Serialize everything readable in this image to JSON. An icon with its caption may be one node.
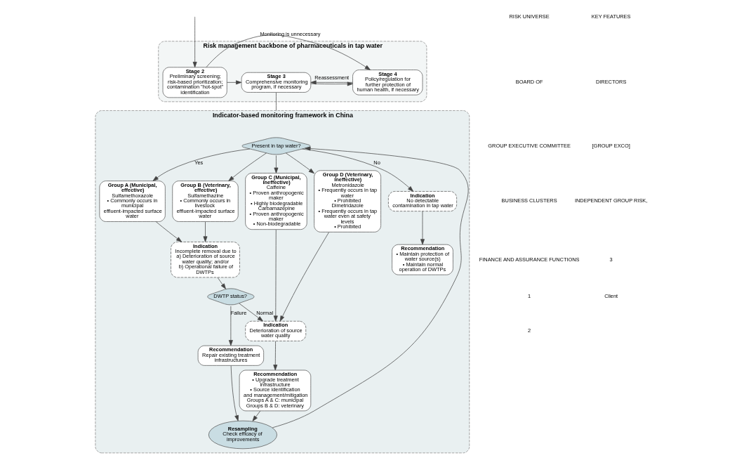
{
  "diagram": {
    "nodes": [
      {
        "text": [
          "Risk management backbone of pharmaceuticals in tap water"
        ]
      },
      {
        "text": [
          "Stage 2",
          "Preliminary screening; risk-based prioritization; contamination \"hot-spot\" identification"
        ],
        "in": 0
      },
      {
        "text": [
          "Stage 3",
          "Comprehensive monitoring program, if necessary"
        ],
        "in": 0
      },
      {
        "text": [
          "Stage 4",
          "Policy/regulation for further protection of human health, if necessary"
        ],
        "in": 0
      },
      {
        "text": [
          "Indicator-based monitoring framework in China"
        ]
      },
      {
        "text": [
          "Present in tap water?"
        ],
        "in": 4
      },
      {
        "text": [
          "Group A (Municipal, effective)",
          "Sulfamethoxazole",
          "• Commonly occurs in municipal effluent-impacted surface water"
        ],
        "in": 4
      },
      {
        "text": [
          "Group B (Veterinary, effective)",
          "Sulfamethazine",
          "• Commonly occurs in livestock effluent-impacted surface water"
        ],
        "in": 4
      },
      {
        "text": [
          "Group C (Municipal, ineffective)",
          "Caffeine",
          "• Proven anthropogenic maker",
          "• Highly biodegradable",
          "Carbamazepine",
          "• Proven anthropogenic maker",
          "• Non-biodegradable"
        ],
        "in": 4
      },
      {
        "text": [
          "Group D (Veterinary, ineffective)",
          "Metronidazole",
          "• Frequently occurs in tap water",
          "• Prohibited",
          "Dimetridazole",
          "• Frequently occurs in tap water even at safety levels",
          "• Prohibited"
        ],
        "in": 4
      },
      {
        "text": [
          "Indication",
          "No detectable contamination in tap water"
        ],
        "in": 4
      },
      {
        "text": [
          "Recommendation",
          "• Maintain protection of water source(s)",
          "• Maintain normal operation of DWTPs"
        ],
        "in": 4
      },
      {
        "text": [
          "Indication",
          "Incomplete removal due to",
          "a) Deterioration of source water quality; and/or",
          "b) Operational failure of DWTPs"
        ],
        "in": 4
      },
      {
        "text": [
          "DWTP status?"
        ],
        "in": 4
      },
      {
        "text": [
          "Indication",
          "Deterioration of source water quality"
        ],
        "in": 4
      },
      {
        "text": [
          "Recommendation",
          "Repair existing treatment infrastructures"
        ],
        "in": 4
      },
      {
        "text": [
          "Recommendation",
          "• Upgrade treatment infrastructure",
          "• Source identification and management/mitigation",
          "Groups A & C: municipal",
          "Groups B & D: veterinary"
        ],
        "in": 4
      },
      {
        "text": [
          "Resampling",
          "Check efficacy of improvements"
        ],
        "in": 4
      }
    ],
    "edges": [
      {
        "from": null,
        "to": 1,
        "arrow": "to"
      },
      {
        "from": 1,
        "to": 3,
        "label": "Monitoring is unnecessary",
        "arrow": "to"
      },
      {
        "from": 1,
        "to": 2,
        "arrow": "to"
      },
      {
        "from": 2,
        "to": 3,
        "arrow": "to"
      },
      {
        "from": 3,
        "to": 2,
        "label": "Reassessment",
        "arrow": "to"
      },
      {
        "from": 2,
        "to": 4,
        "arrow": "none"
      },
      {
        "from": 5,
        "to": 6,
        "label": "Yes",
        "arrow": "to"
      },
      {
        "from": 5,
        "to": 7,
        "arrow": "to"
      },
      {
        "from": 5,
        "to": 8,
        "arrow": "to"
      },
      {
        "from": 5,
        "to": 9,
        "arrow": "to"
      },
      {
        "from": 5,
        "to": 10,
        "label": "No",
        "arrow": "to"
      },
      {
        "from": 10,
        "to": 11,
        "arrow": "to"
      },
      {
        "from": 6,
        "to": 12,
        "arrow": "to"
      },
      {
        "from": 7,
        "to": 12,
        "arrow": "to"
      },
      {
        "from": 8,
        "to": 14,
        "arrow": "to"
      },
      {
        "from": 9,
        "to": 14,
        "arrow": "to"
      },
      {
        "from": 12,
        "to": 13,
        "arrow": "to"
      },
      {
        "from": 13,
        "to": 14,
        "label": "Normal",
        "arrow": "to"
      },
      {
        "from": 13,
        "to": 15,
        "label": "Failure",
        "arrow": "to"
      },
      {
        "from": 14,
        "to": 16,
        "arrow": "to"
      },
      {
        "from": 15,
        "to": 17,
        "arrow": "to"
      },
      {
        "from": 16,
        "to": 17,
        "arrow": "to"
      },
      {
        "from": 17,
        "to": 5,
        "arrow": "to"
      }
    ],
    "labels": [
      "RISK UNIVERSE",
      "KEY FEATURES",
      "BOARD OF",
      "DIRECTORS",
      "GROUP EXECUTIVE COMMITTEE",
      "[GROUP EXCO]",
      "BUSINESS CLUSTERS",
      "INDEPENDENT GROUP RISK,",
      "FINANCE AND ASSURANCE FUNCTIONS",
      "3",
      "1",
      "Client",
      "2"
    ]
  }
}
